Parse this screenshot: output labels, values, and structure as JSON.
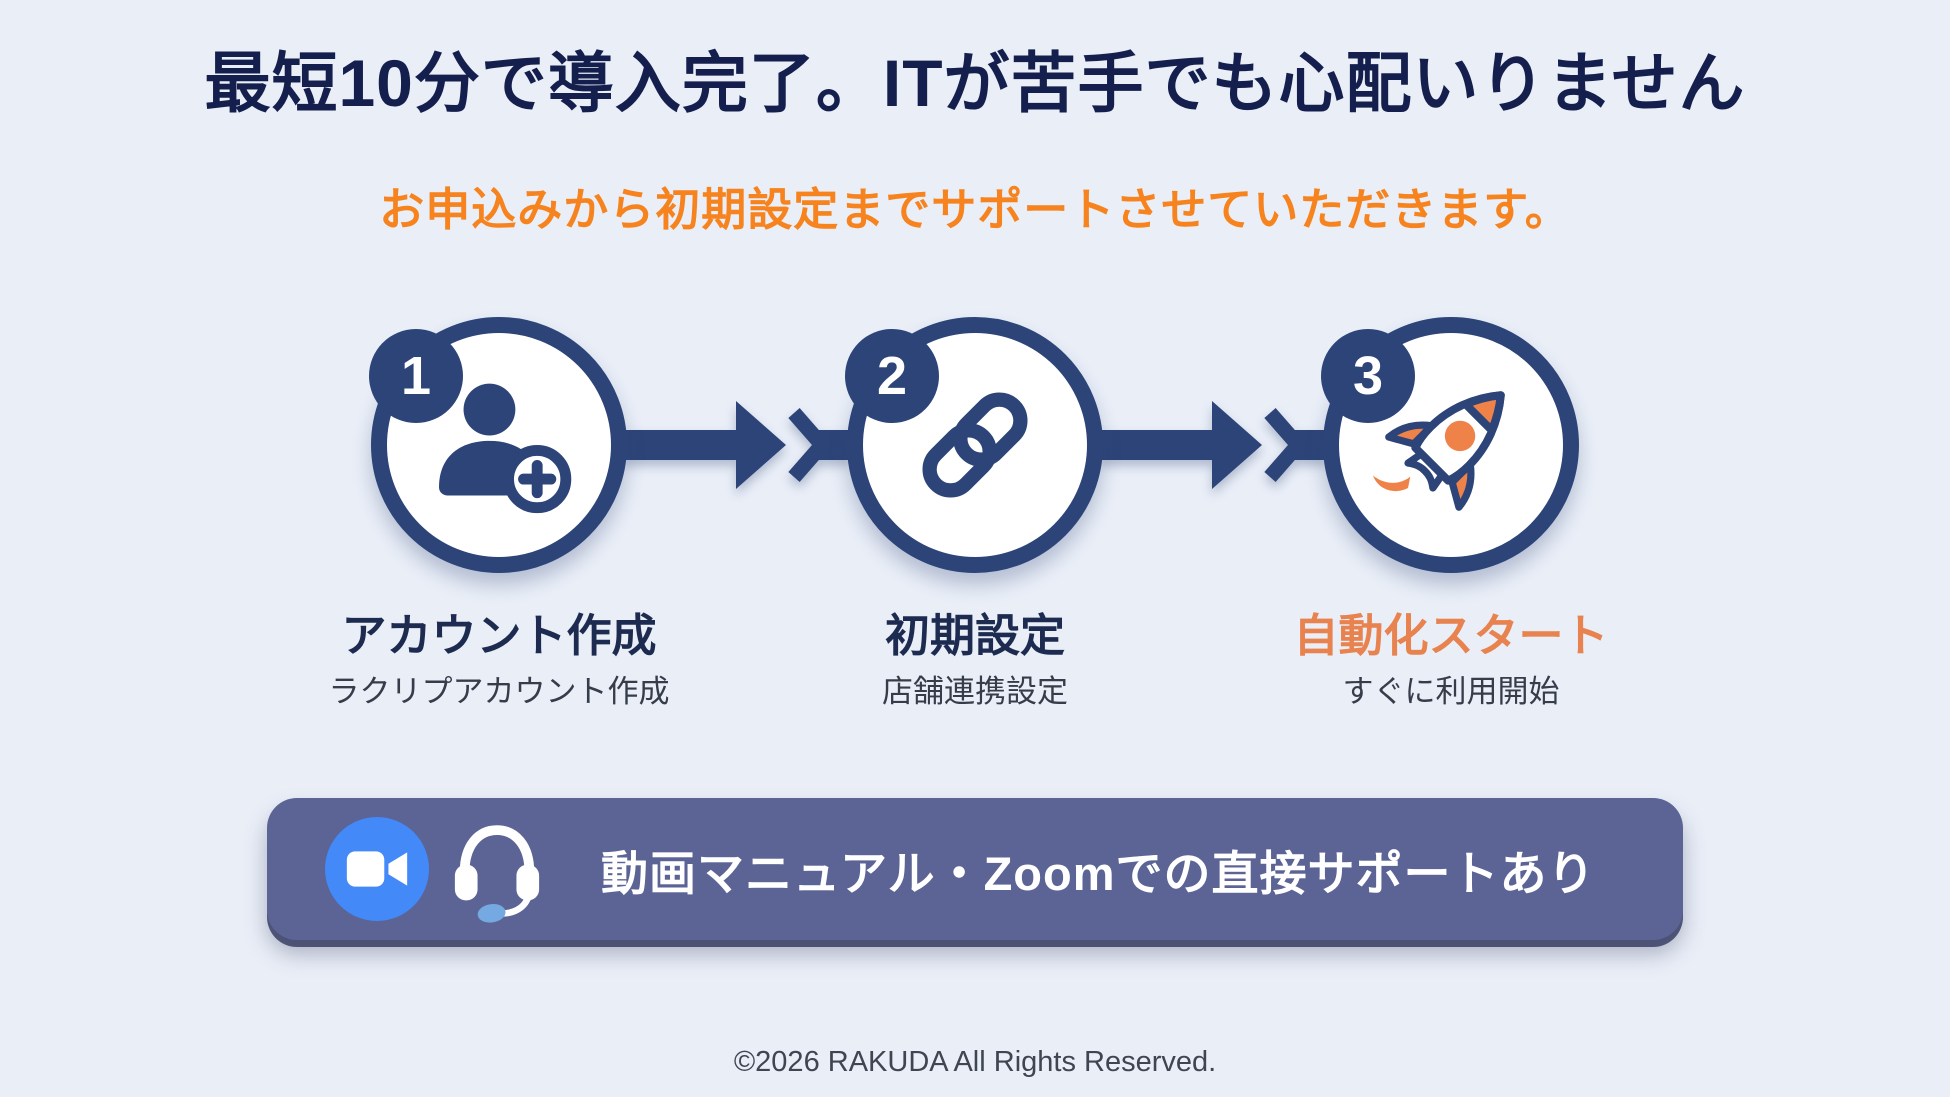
{
  "header": {
    "title": "最短10分で導入完了。ITが苦手でも心配いりません",
    "subtitle": "お申込みから初期設定までサポートさせていただきます。"
  },
  "steps": [
    {
      "number": "1",
      "icon": "user-add-icon",
      "title": "アカウント作成",
      "description": "ラクリプアカウント作成",
      "title_color": "#1d2b50"
    },
    {
      "number": "2",
      "icon": "link-icon",
      "title": "初期設定",
      "description": "店舗連携設定",
      "title_color": "#1d2b50"
    },
    {
      "number": "3",
      "icon": "rocket-icon",
      "title": "自動化スタート",
      "description": "すぐに利用開始",
      "title_color": "#e8824e"
    }
  ],
  "support_banner": {
    "text": "動画マニュアル・Zoomでの直接サポートあり",
    "icons": [
      "zoom-video-icon",
      "headset-icon"
    ]
  },
  "footer": {
    "copyright": "©2026 RAKUDA All Rights Reserved."
  },
  "colors": {
    "background": "#e9eef7",
    "navy": "#2d4478",
    "title_navy": "#141f4d",
    "accent_orange": "#f6831d",
    "step3_orange": "#e8824e",
    "rocket_orange": "#ee8249",
    "banner_background": "#5b6494",
    "zoom_blue": "#4389f8",
    "mic_blue": "#74a9e2",
    "text_gray": "#363c49"
  }
}
